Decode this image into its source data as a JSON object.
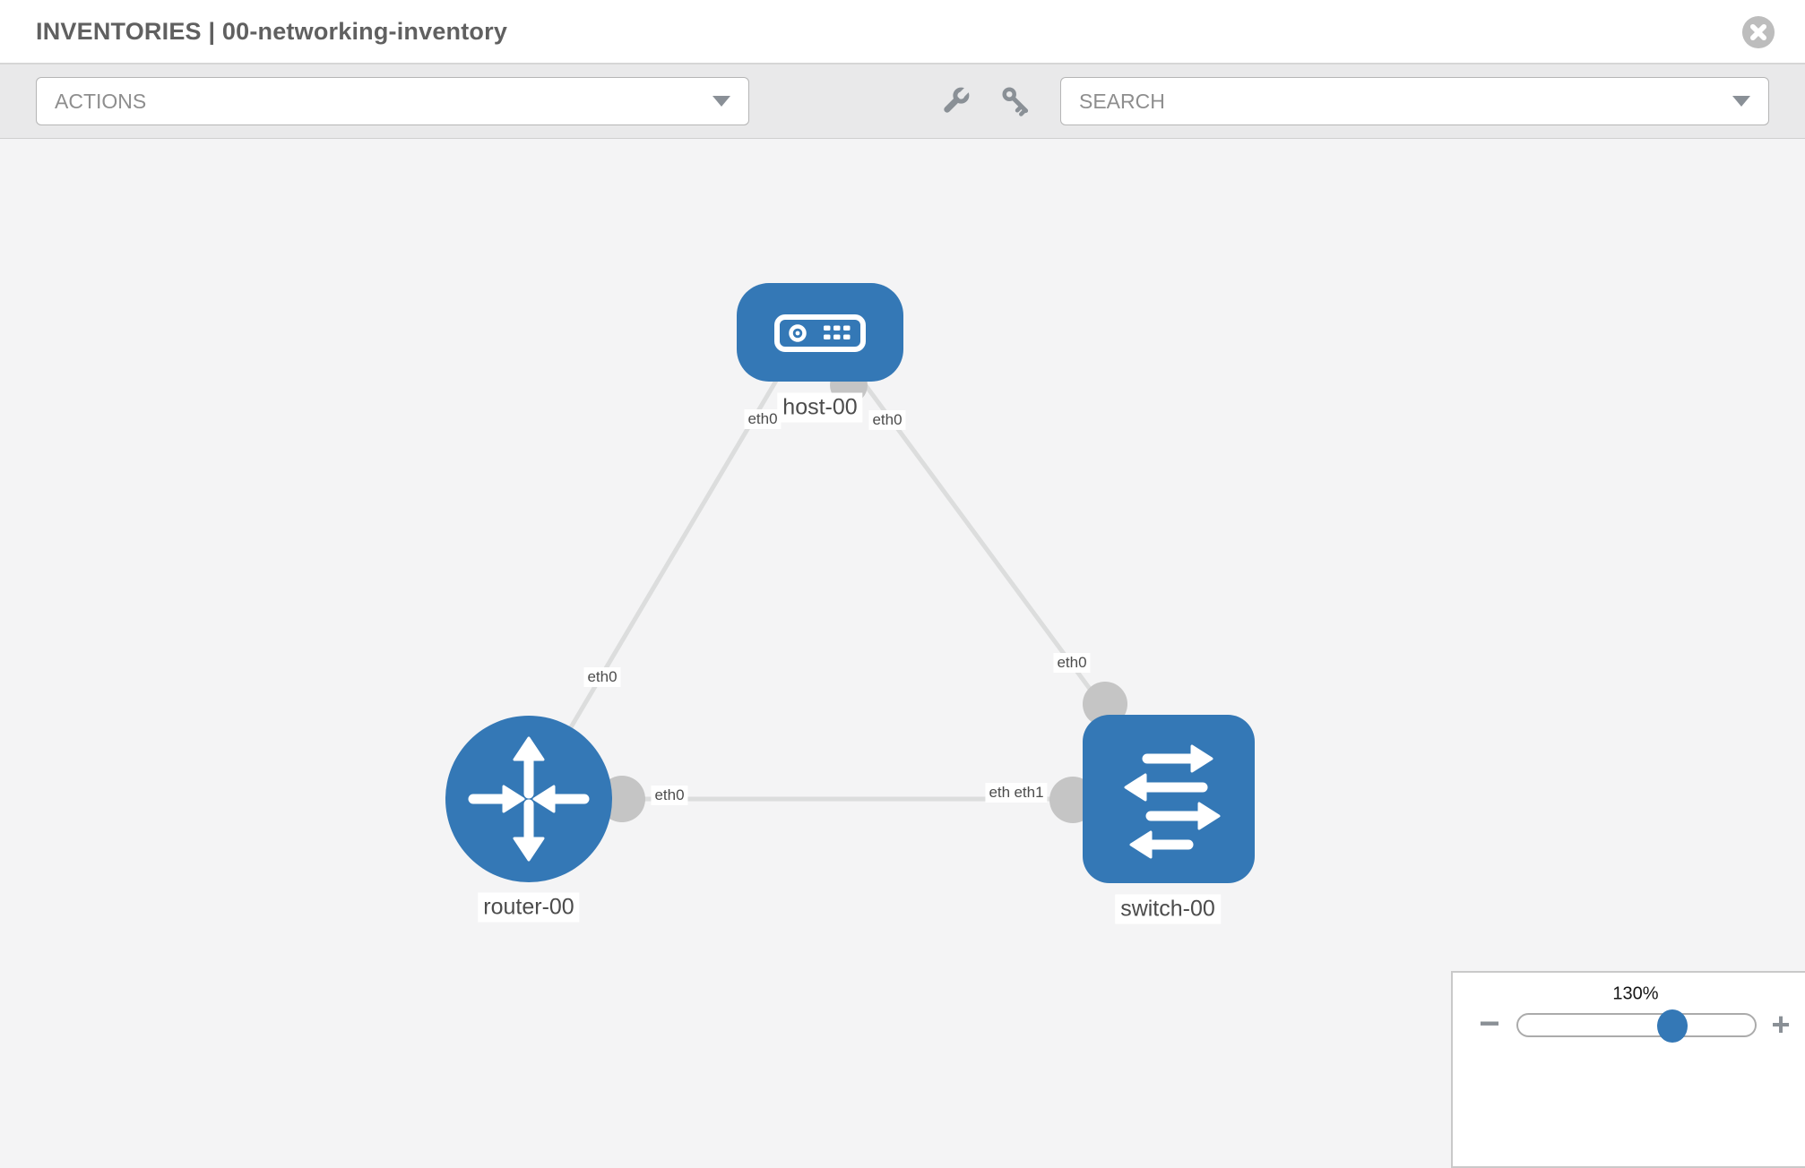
{
  "header": {
    "title": "INVENTORIES | 00-networking-inventory"
  },
  "toolbar": {
    "actions_label": "ACTIONS",
    "search_label": "SEARCH"
  },
  "topology": {
    "nodes": [
      {
        "label": "host-00",
        "type": "host"
      },
      {
        "label": "router-00",
        "type": "router"
      },
      {
        "label": "switch-00",
        "type": "switch"
      }
    ],
    "links": [
      {
        "from": "host-00",
        "to": "router-00",
        "from_iface": "eth0",
        "to_iface": "eth0"
      },
      {
        "from": "host-00",
        "to": "switch-00",
        "from_iface": "eth0",
        "to_iface": "eth0"
      },
      {
        "from": "router-00",
        "to": "switch-00",
        "from_iface": "eth0",
        "to_iface": "eth1"
      }
    ],
    "iface_labels": [
      {
        "text": "eth0",
        "position": "host-to-router-near-host"
      },
      {
        "text": "eth0",
        "position": "host-to-switch-near-host"
      },
      {
        "text": "eth0",
        "position": "host-to-router-near-router"
      },
      {
        "text": "eth0",
        "position": "router-to-switch-near-router"
      },
      {
        "text": "eth0",
        "position": "host-to-switch-near-switch"
      },
      {
        "text": "eth0",
        "position": "router-to-switch-near-switch-partially-hidden"
      },
      {
        "text": "eth1",
        "position": "router-to-switch-near-switch"
      }
    ]
  },
  "zoom_control": {
    "level": "130%",
    "minus_label": "−",
    "plus_label": "+"
  },
  "colors": {
    "node_blue": "#3478b6",
    "link_gray": "#dcdddd",
    "iface_gray": "#c5c5c5"
  }
}
